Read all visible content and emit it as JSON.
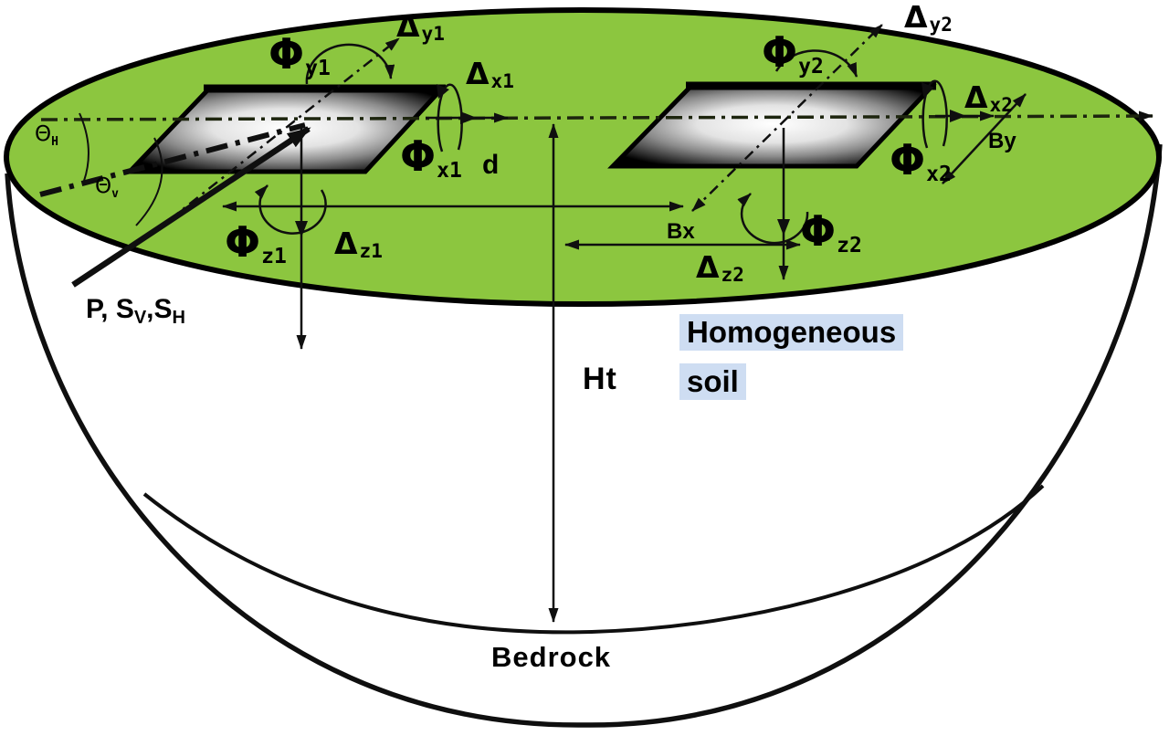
{
  "diagram": {
    "title": "Two surface foundations on homogeneous soil over bedrock",
    "colors": {
      "soil_green": "#8CC63F",
      "label_highlight": "#CEDDF2",
      "line_black": "#0F0F0F",
      "plate_center": "#FFFFFF",
      "plate_edge": "#000000"
    },
    "labels": {
      "theta_h": {
        "main": "Θ",
        "sub": "H"
      },
      "theta_v": {
        "main": "Θ",
        "sub": "v"
      },
      "phi_y1": {
        "main": "Φ",
        "sub": "y1"
      },
      "delta_y1": {
        "main": "Δ",
        "sub": "y1"
      },
      "delta_x1": {
        "main": "Δ",
        "sub": "x1"
      },
      "phi_x1": {
        "main": "Φ",
        "sub": "x1"
      },
      "d": {
        "text": "d"
      },
      "phi_z1": {
        "main": "Φ",
        "sub": "z1"
      },
      "delta_z1": {
        "main": "Δ",
        "sub": "z1"
      },
      "load": {
        "part1": "P, S",
        "sub1": "V",
        "part2": ",S",
        "sub2": "H"
      },
      "ht": {
        "text": "Ht"
      },
      "homogeneous_line1": {
        "text": "Homogeneous"
      },
      "homogeneous_line2": {
        "text": "soil"
      },
      "bedrock": {
        "text": "Bedrock"
      },
      "phi_y2": {
        "main": "Φ",
        "sub": "y2"
      },
      "delta_y2": {
        "main": "Δ",
        "sub": "y2"
      },
      "delta_x2": {
        "main": "Δ",
        "sub": "x2"
      },
      "by": {
        "text": "By"
      },
      "phi_x2": {
        "main": "Φ",
        "sub": "x2"
      },
      "phi_z2": {
        "main": "Φ",
        "sub": "z2"
      },
      "delta_z2": {
        "main": "Δ",
        "sub": "z2"
      },
      "bx": {
        "text": "Bx"
      }
    }
  }
}
